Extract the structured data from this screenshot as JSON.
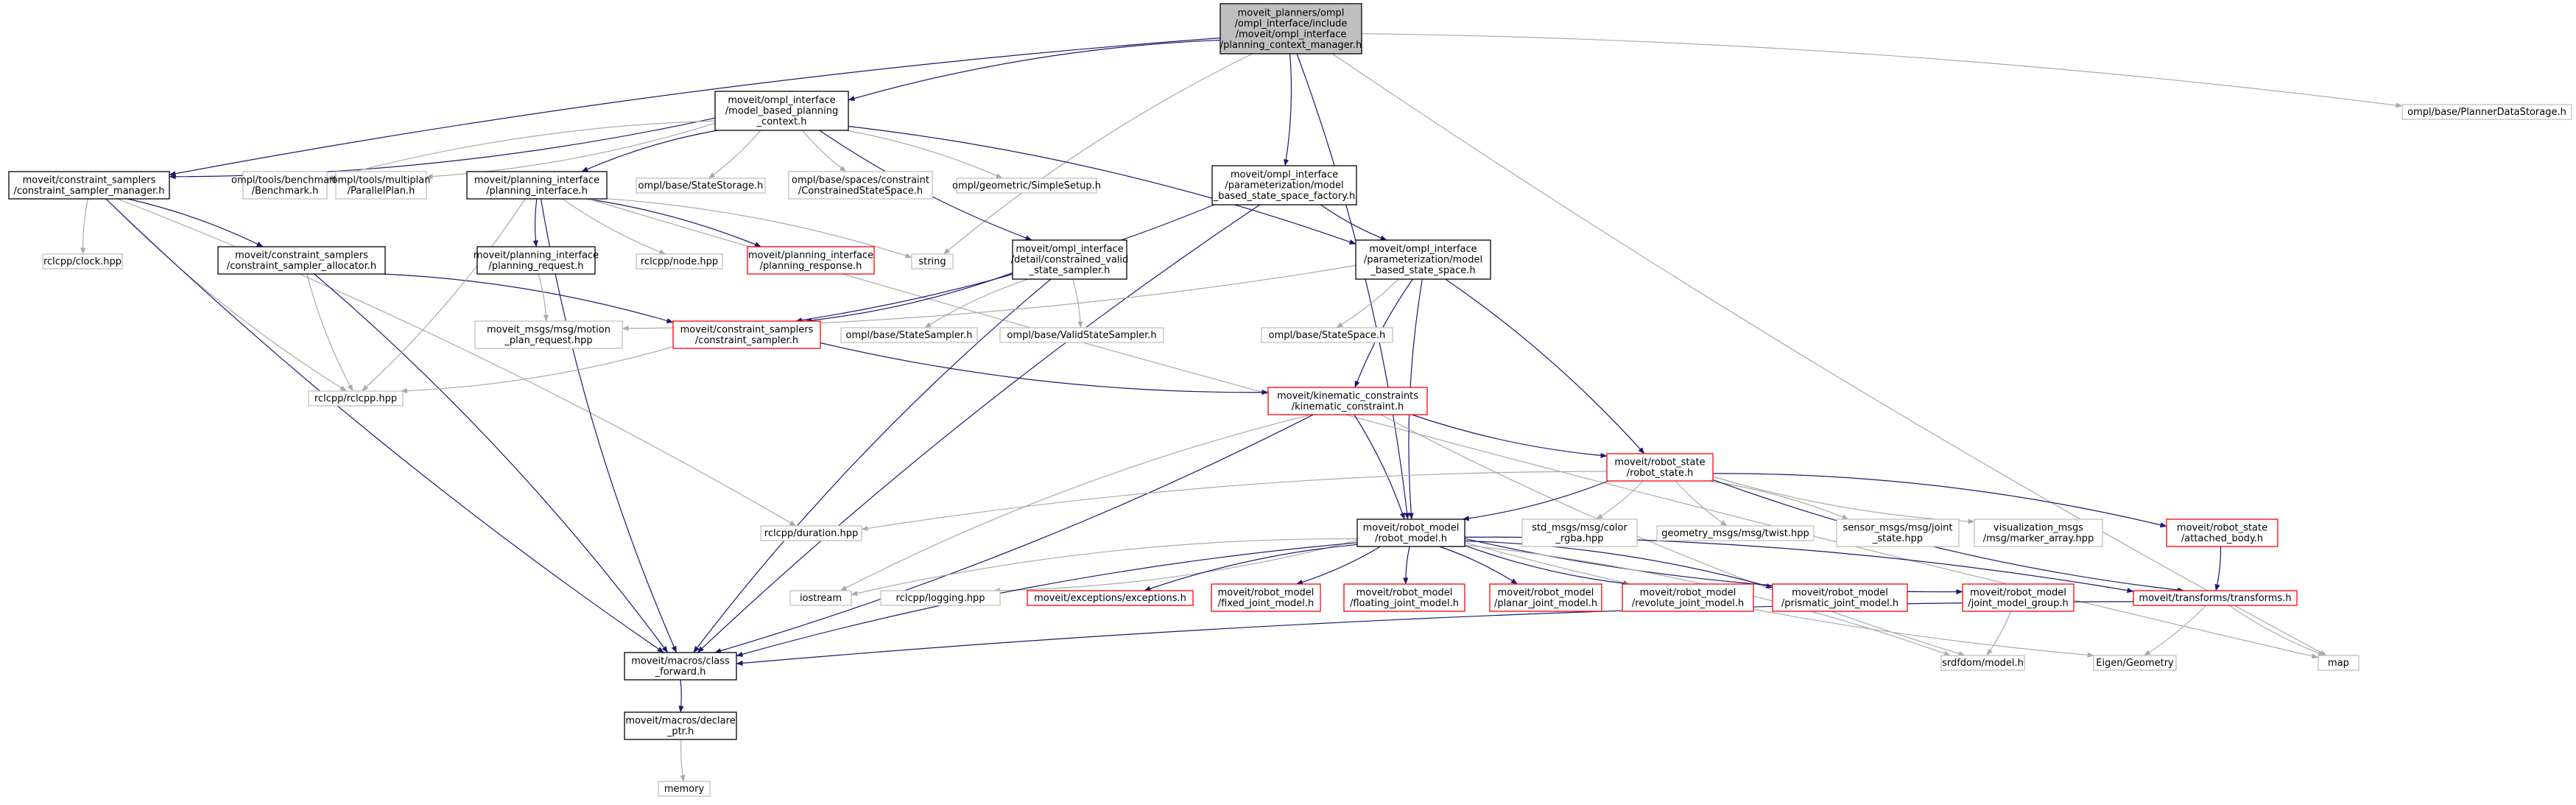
{
  "diagram": {
    "nodes": [
      {
        "id": "root",
        "kind": "root",
        "lines": [
          "moveit_planners/ompl",
          "/ompl_interface/include",
          "/moveit/ompl_interface",
          "/planning_context_manager.h"
        ]
      },
      {
        "id": "mbpc",
        "kind": "normal",
        "lines": [
          "moveit/ompl_interface",
          "/model_based_planning",
          "_context.h"
        ]
      },
      {
        "id": "pds",
        "kind": "external",
        "lines": [
          "ompl/base/PlannerDataStorage.h"
        ]
      },
      {
        "id": "csm",
        "kind": "normal",
        "lines": [
          "moveit/constraint_samplers",
          "/constraint_sampler_manager.h"
        ]
      },
      {
        "id": "bench",
        "kind": "external",
        "lines": [
          "ompl/tools/benchmark",
          "/Benchmark.h"
        ]
      },
      {
        "id": "pplan",
        "kind": "external",
        "lines": [
          "ompl/tools/multiplan",
          "/ParallelPlan.h"
        ]
      },
      {
        "id": "pi",
        "kind": "normal",
        "lines": [
          "moveit/planning_interface",
          "/planning_interface.h"
        ]
      },
      {
        "id": "ss",
        "kind": "external",
        "lines": [
          "ompl/base/StateStorage.h"
        ]
      },
      {
        "id": "css",
        "kind": "external",
        "lines": [
          "ompl/base/spaces/constraint",
          "/ConstrainedStateSpace.h"
        ]
      },
      {
        "id": "simple",
        "kind": "external",
        "lines": [
          "ompl/geometric/SimpleSetup.h"
        ]
      },
      {
        "id": "pmbssf",
        "kind": "normal",
        "lines": [
          "moveit/ompl_interface",
          "/parameterization/model",
          "_based_state_space_factory.h"
        ]
      },
      {
        "id": "clock",
        "kind": "external",
        "lines": [
          "rclcpp/clock.hpp"
        ]
      },
      {
        "id": "csa",
        "kind": "normal",
        "lines": [
          "moveit/constraint_samplers",
          "/constraint_sampler_allocator.h"
        ]
      },
      {
        "id": "preq",
        "kind": "normal",
        "lines": [
          "moveit/planning_interface",
          "/planning_request.h"
        ]
      },
      {
        "id": "node",
        "kind": "external",
        "lines": [
          "rclcpp/node.hpp"
        ]
      },
      {
        "id": "presp",
        "kind": "incomplete",
        "lines": [
          "moveit/planning_interface",
          "/planning_response.h"
        ]
      },
      {
        "id": "string",
        "kind": "external",
        "lines": [
          "string"
        ]
      },
      {
        "id": "cvss",
        "kind": "normal",
        "lines": [
          "moveit/ompl_interface",
          "/detail/constrained_valid",
          "_state_sampler.h"
        ]
      },
      {
        "id": "pmbss",
        "kind": "normal",
        "lines": [
          "moveit/ompl_interface",
          "/parameterization/model",
          "_based_state_space.h"
        ]
      },
      {
        "id": "mpr",
        "kind": "external",
        "lines": [
          "moveit_msgs/msg/motion",
          "_plan_request.hpp"
        ]
      },
      {
        "id": "cs",
        "kind": "incomplete",
        "lines": [
          "moveit/constraint_samplers",
          "/constraint_sampler.h"
        ]
      },
      {
        "id": "bss",
        "kind": "external",
        "lines": [
          "ompl/base/StateSampler.h"
        ]
      },
      {
        "id": "vss",
        "kind": "external",
        "lines": [
          "ompl/base/ValidStateSampler.h"
        ]
      },
      {
        "id": "bsp",
        "kind": "external",
        "lines": [
          "ompl/base/StateSpace.h"
        ]
      },
      {
        "id": "rclcpp",
        "kind": "external",
        "lines": [
          "rclcpp/rclcpp.hpp"
        ]
      },
      {
        "id": "kc",
        "kind": "incomplete",
        "lines": [
          "moveit/kinematic_constraints",
          "/kinematic_constraint.h"
        ]
      },
      {
        "id": "rs",
        "kind": "incomplete",
        "lines": [
          "moveit/robot_state",
          "/robot_state.h"
        ]
      },
      {
        "id": "dur",
        "kind": "external",
        "lines": [
          "rclcpp/duration.hpp"
        ]
      },
      {
        "id": "rm",
        "kind": "normal",
        "lines": [
          "moveit/robot_model",
          "/robot_model.h"
        ]
      },
      {
        "id": "color",
        "kind": "external",
        "lines": [
          "std_msgs/msg/color",
          "_rgba.hpp"
        ]
      },
      {
        "id": "twist",
        "kind": "external",
        "lines": [
          "geometry_msgs/msg/twist.hpp"
        ]
      },
      {
        "id": "jstate",
        "kind": "external",
        "lines": [
          "sensor_msgs/msg/joint",
          "_state.hpp"
        ]
      },
      {
        "id": "marker",
        "kind": "external",
        "lines": [
          "visualization_msgs",
          "/msg/marker_array.hpp"
        ]
      },
      {
        "id": "ab",
        "kind": "incomplete",
        "lines": [
          "moveit/robot_state",
          "/attached_body.h"
        ]
      },
      {
        "id": "iostream",
        "kind": "external",
        "lines": [
          "iostream"
        ]
      },
      {
        "id": "logging",
        "kind": "external",
        "lines": [
          "rclcpp/logging.hpp"
        ]
      },
      {
        "id": "exc",
        "kind": "incomplete",
        "lines": [
          "moveit/exceptions/exceptions.h"
        ]
      },
      {
        "id": "fixed",
        "kind": "incomplete",
        "lines": [
          "moveit/robot_model",
          "/fixed_joint_model.h"
        ]
      },
      {
        "id": "floating",
        "kind": "incomplete",
        "lines": [
          "moveit/robot_model",
          "/floating_joint_model.h"
        ]
      },
      {
        "id": "planar",
        "kind": "incomplete",
        "lines": [
          "moveit/robot_model",
          "/planar_joint_model.h"
        ]
      },
      {
        "id": "revolute",
        "kind": "incomplete",
        "lines": [
          "moveit/robot_model",
          "/revolute_joint_model.h"
        ]
      },
      {
        "id": "prismatic",
        "kind": "incomplete",
        "lines": [
          "moveit/robot_model",
          "/prismatic_joint_model.h"
        ]
      },
      {
        "id": "jmg",
        "kind": "incomplete",
        "lines": [
          "moveit/robot_model",
          "/joint_model_group.h"
        ]
      },
      {
        "id": "tf",
        "kind": "incomplete",
        "lines": [
          "moveit/transforms/transforms.h"
        ]
      },
      {
        "id": "cf",
        "kind": "normal",
        "lines": [
          "moveit/macros/class",
          "_forward.h"
        ]
      },
      {
        "id": "srdf",
        "kind": "external",
        "lines": [
          "srdfdom/model.h"
        ]
      },
      {
        "id": "eigen",
        "kind": "external",
        "lines": [
          "Eigen/Geometry"
        ]
      },
      {
        "id": "map",
        "kind": "external",
        "lines": [
          "map"
        ]
      },
      {
        "id": "dp",
        "kind": "normal",
        "lines": [
          "moveit/macros/declare",
          "_ptr.h"
        ]
      },
      {
        "id": "memory",
        "kind": "external",
        "lines": [
          "memory"
        ]
      }
    ],
    "edges": [
      [
        "root",
        "mbpc"
      ],
      [
        "root",
        "pds"
      ],
      [
        "root",
        "csm"
      ],
      [
        "root",
        "pmbssf"
      ],
      [
        "root",
        "string"
      ],
      [
        "root",
        "rm"
      ],
      [
        "root",
        "map"
      ],
      [
        "mbpc",
        "csm"
      ],
      [
        "mbpc",
        "bench"
      ],
      [
        "mbpc",
        "pplan"
      ],
      [
        "mbpc",
        "pi"
      ],
      [
        "mbpc",
        "ss"
      ],
      [
        "mbpc",
        "css"
      ],
      [
        "mbpc",
        "simple"
      ],
      [
        "mbpc",
        "cvss"
      ],
      [
        "mbpc",
        "pmbss"
      ],
      [
        "csm",
        "clock"
      ],
      [
        "csm",
        "csa"
      ],
      [
        "csm",
        "rclcpp"
      ],
      [
        "csm",
        "dur"
      ],
      [
        "csm",
        "cf"
      ],
      [
        "csa",
        "cs"
      ],
      [
        "csa",
        "rclcpp"
      ],
      [
        "csa",
        "cf"
      ],
      [
        "pi",
        "preq"
      ],
      [
        "pi",
        "presp"
      ],
      [
        "pi",
        "node"
      ],
      [
        "pi",
        "string"
      ],
      [
        "pi",
        "map"
      ],
      [
        "pi",
        "rclcpp"
      ],
      [
        "pi",
        "cf"
      ],
      [
        "preq",
        "mpr"
      ],
      [
        "pmbssf",
        "pmbss"
      ],
      [
        "pmbssf",
        "cs"
      ],
      [
        "pmbssf",
        "cf"
      ],
      [
        "cvss",
        "cs"
      ],
      [
        "cvss",
        "bss"
      ],
      [
        "cvss",
        "vss"
      ],
      [
        "cvss",
        "cf"
      ],
      [
        "pmbss",
        "bsp"
      ],
      [
        "pmbss",
        "kc"
      ],
      [
        "pmbss",
        "rs"
      ],
      [
        "pmbss",
        "rm"
      ],
      [
        "pmbss",
        "mpr"
      ],
      [
        "cs",
        "kc"
      ],
      [
        "cs",
        "rclcpp"
      ],
      [
        "kc",
        "rs"
      ],
      [
        "kc",
        "rm"
      ],
      [
        "kc",
        "iostream"
      ],
      [
        "kc",
        "cf"
      ],
      [
        "kc",
        "srdf"
      ],
      [
        "rs",
        "rm"
      ],
      [
        "rs",
        "dur"
      ],
      [
        "rs",
        "color"
      ],
      [
        "rs",
        "twist"
      ],
      [
        "rs",
        "jstate"
      ],
      [
        "rs",
        "marker"
      ],
      [
        "rs",
        "ab"
      ],
      [
        "rs",
        "tf"
      ],
      [
        "ab",
        "tf"
      ],
      [
        "rm",
        "iostream"
      ],
      [
        "rm",
        "logging"
      ],
      [
        "rm",
        "exc"
      ],
      [
        "rm",
        "fixed"
      ],
      [
        "rm",
        "floating"
      ],
      [
        "rm",
        "planar"
      ],
      [
        "rm",
        "revolute"
      ],
      [
        "rm",
        "prismatic"
      ],
      [
        "rm",
        "jmg"
      ],
      [
        "rm",
        "tf"
      ],
      [
        "rm",
        "eigen"
      ],
      [
        "rm",
        "srdf"
      ],
      [
        "rm",
        "cf"
      ],
      [
        "jmg",
        "srdf"
      ],
      [
        "tf",
        "cf"
      ],
      [
        "tf",
        "eigen"
      ],
      [
        "tf",
        "map"
      ],
      [
        "cf",
        "dp"
      ],
      [
        "dp",
        "memory"
      ]
    ]
  },
  "colors": {
    "root_fill": "#bfbfbf",
    "normal_border": "#000000",
    "incomplete_border": "#ff0000",
    "external_border": "#bfbfbf",
    "edge": "#191970",
    "edge_to_external": "#a9a9a9",
    "text": "#000000"
  }
}
